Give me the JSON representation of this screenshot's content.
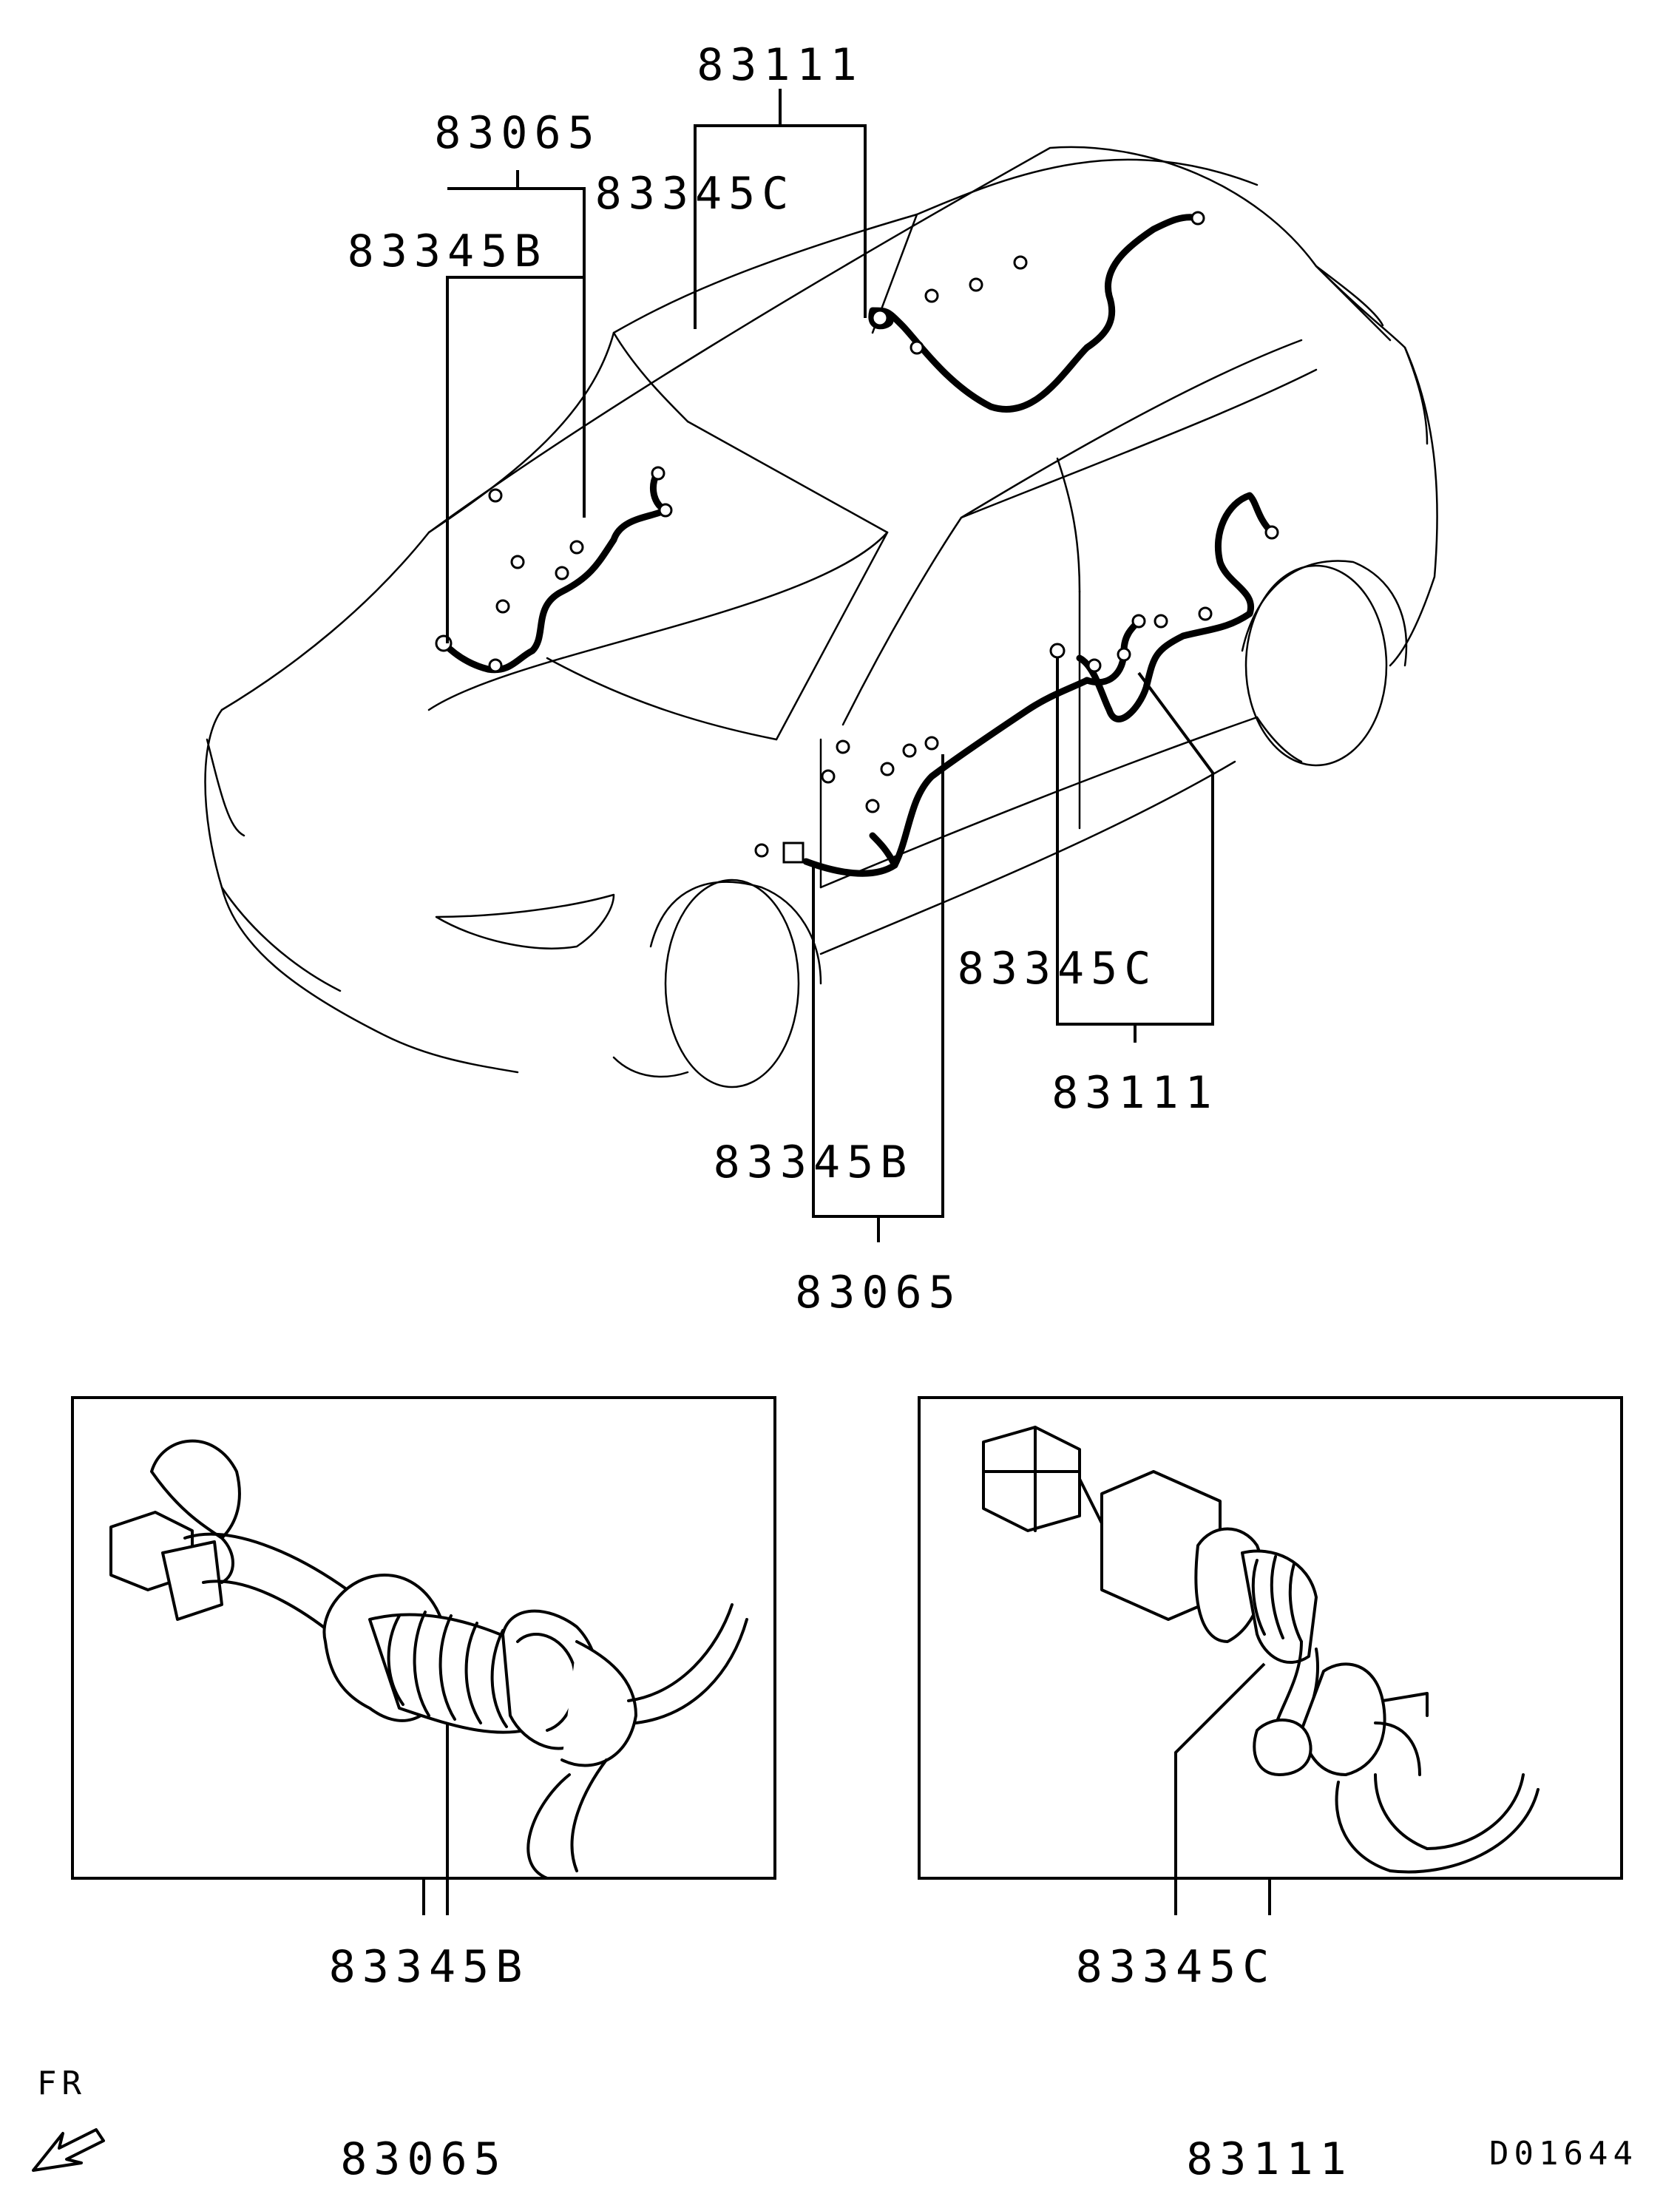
{
  "callouts": {
    "top_right_assembly": "83111",
    "top_right_grommet": "83345C",
    "top_left_assembly": "83065",
    "top_left_grommet": "83345B",
    "rear_door_grommet": "83345C",
    "rear_door_assembly": "83111",
    "front_door_grommet": "83345B",
    "front_door_assembly": "83065"
  },
  "detail_left": {
    "part": "83345B",
    "assembly": "83065"
  },
  "detail_right": {
    "part": "83345C",
    "assembly": "83111"
  },
  "direction": {
    "label": "FR"
  },
  "drawing_code": "D01644"
}
